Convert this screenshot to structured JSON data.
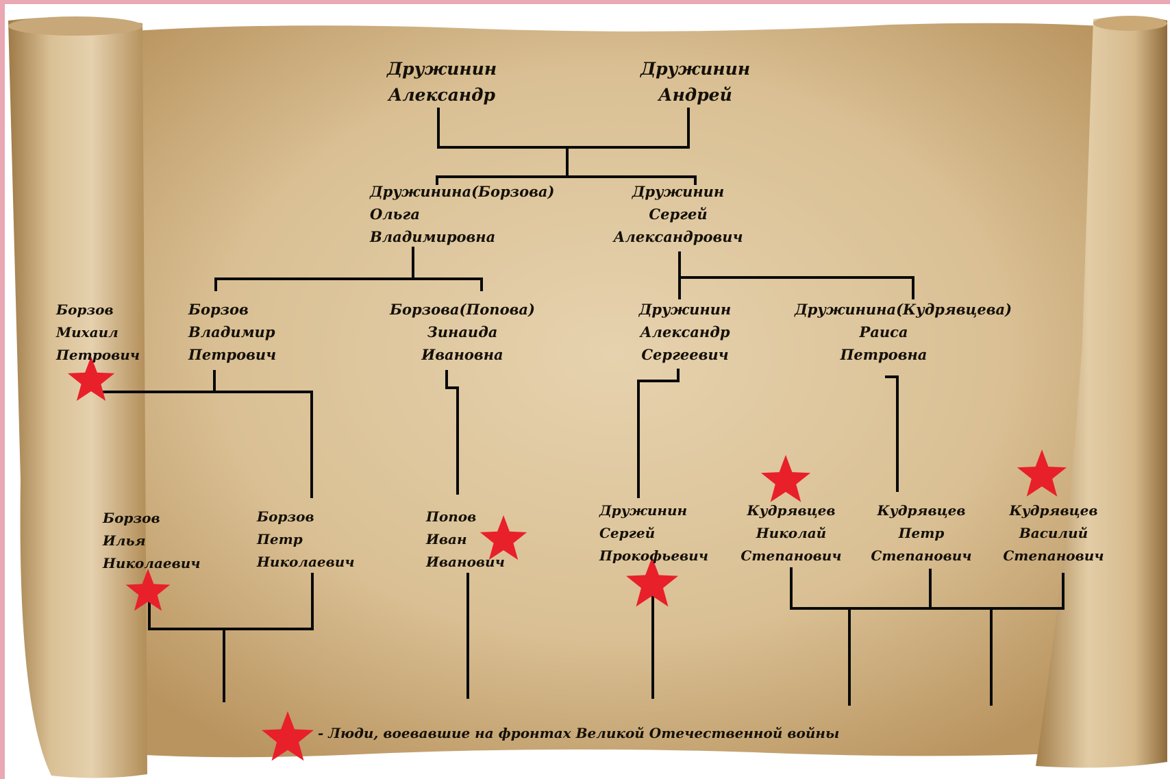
{
  "people": {
    "aleksandr_top": {
      "l1": "Дружинин",
      "l2": "Александр"
    },
    "andrey_top": {
      "l1": "Дружинин",
      "l2": "Андрей"
    },
    "olga": {
      "l1": "Дружинина(Борзова)",
      "l2": "Ольга",
      "l3": "Владимировна"
    },
    "sergey_a": {
      "l1": "Дружинин",
      "l2": "Сергей",
      "l3": "Александрович"
    },
    "mikhail": {
      "l1": "Борзов",
      "l2": "Михаил",
      "l3": "Петрович"
    },
    "vladimir": {
      "l1": "Борзов",
      "l2": "Владимир",
      "l3": "Петрович"
    },
    "zinaida": {
      "l1": "Борзова(Попова)",
      "l2": "Зинаида",
      "l3": "Ивановна"
    },
    "aleksandr_s": {
      "l1": "Дружинин",
      "l2": "Александр",
      "l3": "Сергеевич"
    },
    "raisa": {
      "l1": "Дружинина(Кудрявцева)",
      "l2": "Раиса",
      "l3": "Петровна"
    },
    "ilya": {
      "l1": "Борзов",
      "l2": "Илья",
      "l3": "Николаевич"
    },
    "petr_b": {
      "l1": "Борзов",
      "l2": "Петр",
      "l3": "Николаевич"
    },
    "ivan": {
      "l1": "Попов",
      "l2": "Иван",
      "l3": "Иванович"
    },
    "sergey_p": {
      "l1": "Дружинин",
      "l2": "Сергей",
      "l3": "Прокофьевич"
    },
    "nikolay": {
      "l1": "Кудрявцев",
      "l2": "Николай",
      "l3": "Степанович"
    },
    "petr_k": {
      "l1": "Кудрявцев",
      "l2": "Петр",
      "l3": "Степанович"
    },
    "vasiliy": {
      "l1": "Кудрявцев",
      "l2": "Василий",
      "l3": "Степанович"
    }
  },
  "legend": {
    "text": "- Люди, воевавшие на фронтах Великой Отечественной войны",
    "marker": "star-icon"
  },
  "colors": {
    "parchment": "#dcc39a",
    "line": "#0a0a0a",
    "star": "#e8202a",
    "border": "#e9a8b4"
  }
}
